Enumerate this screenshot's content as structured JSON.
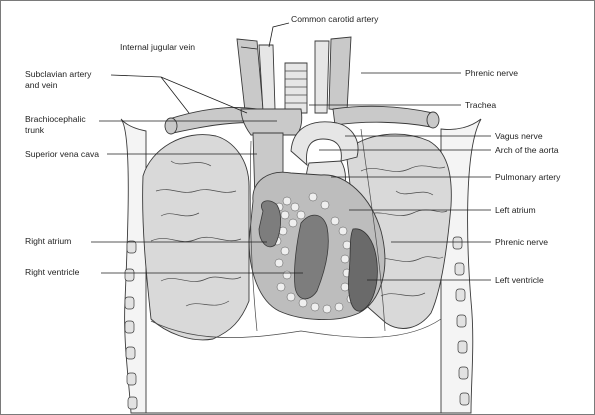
{
  "labels": {
    "common_carotid_artery": "Common carotid artery",
    "internal_jugular_vein": "Internal jugular vein",
    "subclavian_line1": "Subclavian artery",
    "subclavian_line2": "and vein",
    "brachiocephalic_line1": "Brachiocephalic",
    "brachiocephalic_line2": "trunk",
    "superior_vena_cava": "Superior vena cava",
    "right_atrium": "Right atrium",
    "right_ventricle": "Right ventricle",
    "phrenic_nerve_top": "Phrenic nerve",
    "trachea": "Trachea",
    "vagus_nerve": "Vagus nerve",
    "arch_of_aorta": "Arch of the aorta",
    "pulmonary_artery": "Pulmonary artery",
    "left_atrium": "Left atrium",
    "phrenic_nerve_bottom": "Phrenic nerve",
    "left_ventricle": "Left ventricle"
  }
}
